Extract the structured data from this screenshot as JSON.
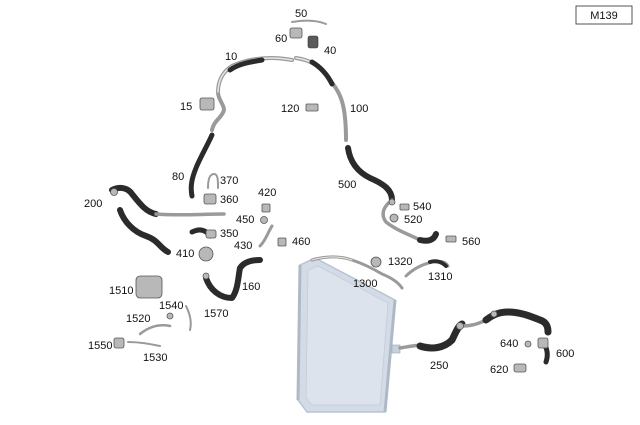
{
  "diagram_code": "M139",
  "part_labels": {
    "p10": "10",
    "p15": "15",
    "p40": "40",
    "p50": "50",
    "p60": "60",
    "p80": "80",
    "p100": "100",
    "p120": "120",
    "p160": "160",
    "p200": "200",
    "p250": "250",
    "p350": "350",
    "p360": "360",
    "p370": "370",
    "p410": "410",
    "p420": "420",
    "p430": "430",
    "p450": "450",
    "p460": "460",
    "p500": "500",
    "p520": "520",
    "p540": "540",
    "p560": "560",
    "p600": "600",
    "p620": "620",
    "p640": "640",
    "p1300": "1300",
    "p1310": "1310",
    "p1320": "1320",
    "p1510": "1510",
    "p1520": "1520",
    "p1530": "1530",
    "p1540": "1540",
    "p1550": "1550",
    "p1570": "1570"
  },
  "colors": {
    "hose": "#2b2b2b",
    "pipe": "#9a9a9a",
    "radiator": "#d3dbe6",
    "radiator_frame": "#b9c4d2",
    "fitting": "#b8b8b8"
  }
}
